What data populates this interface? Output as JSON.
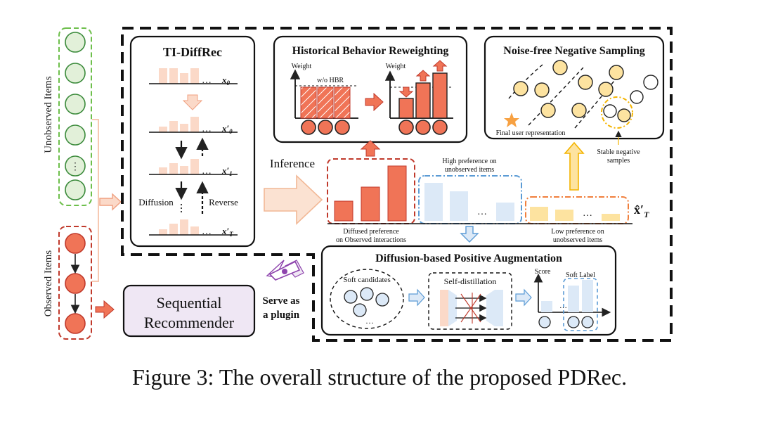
{
  "labels": {
    "unobserved_items": "Unobserved Items",
    "observed_items": "Observed Items",
    "tidiffrec_title": "TI-DiffRec",
    "x0": "x",
    "x0_sub": "0",
    "x0p": "x′",
    "x0p_sub": "0",
    "x1p": "x′",
    "x1p_sub": "1",
    "xTp": "x′",
    "xTp_sub": "T",
    "ellipsis": "…",
    "diffusion": "Diffusion",
    "reverse": "Reverse",
    "hbr_title": "Historical Behavior Reweighting",
    "weight_left": "Weight",
    "weight_right": "Weight",
    "wo_hbr": "w/o HBR",
    "nns_title": "Noise-free Negative Sampling",
    "final_user_rep": "Final user representation",
    "stable_negative_1": "Stable negative",
    "stable_negative_2": "samples",
    "inference": "Inference",
    "high_pref_1": "High preference on",
    "high_pref_2": "unobserved items",
    "diffused_pref_1": "Diffused preference",
    "diffused_pref_2": "on Observed interactions",
    "low_pref_1": "Low preference on",
    "low_pref_2": "unobserved items",
    "xhat": "x̂′",
    "xhat_sub": "T",
    "dpa_title": "Diffusion-based Positive Augmentation",
    "soft_candidates": "Soft candidates",
    "self_distillation": "Self-distillation",
    "score": "Score",
    "soft_label": "Soft Label",
    "sequential_1": "Sequential",
    "sequential_2": "Recommender",
    "plugin_1": "Serve as",
    "plugin_2": "a plugin"
  },
  "caption": "Figure 3: The overall structure of the proposed PDRec.",
  "colors": {
    "green_fill": "#e2f0d9",
    "green_stroke": "#3a8a3a",
    "red_fill": "#f07457",
    "red_stroke": "#c0392b",
    "peach": "#fbd9c8",
    "yellow": "#fde3a0",
    "light_blue": "#dce9f7",
    "purple_fill": "#efe7f4",
    "purple_arrow": "#8e44ad"
  }
}
